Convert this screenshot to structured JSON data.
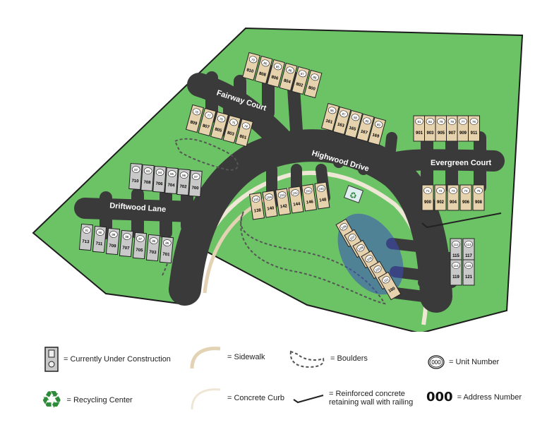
{
  "streets": {
    "fairway": "Fairway Court",
    "highwood": "Highwood Drive",
    "evergreen": "Evergreen Court",
    "driftwood": "Driftwood Lane"
  },
  "buildings": {
    "fairway_top": [
      {
        "addr": "810",
        "unit": "79"
      },
      {
        "addr": "808",
        "unit": "80"
      },
      {
        "addr": "806",
        "unit": "85"
      },
      {
        "addr": "804",
        "unit": "86"
      },
      {
        "addr": "802",
        "unit": "87"
      },
      {
        "addr": "800",
        "unit": "88"
      }
    ],
    "fairway_bottom": [
      {
        "addr": "809",
        "unit": "78"
      },
      {
        "addr": "807",
        "unit": "77"
      },
      {
        "addr": "805",
        "unit": "76"
      },
      {
        "addr": "803",
        "unit": "75"
      },
      {
        "addr": "801",
        "unit": "74"
      }
    ],
    "highwood_north": [
      {
        "addr": "161",
        "unit": "96"
      },
      {
        "addr": "163",
        "unit": "97"
      },
      {
        "addr": "165",
        "unit": "98"
      },
      {
        "addr": "167",
        "unit": "99"
      },
      {
        "addr": "169",
        "unit": "89"
      }
    ],
    "evergreen_top": [
      {
        "addr": "901",
        "unit": "81"
      },
      {
        "addr": "903",
        "unit": "82"
      },
      {
        "addr": "905",
        "unit": "79"
      },
      {
        "addr": "907",
        "unit": "78"
      },
      {
        "addr": "909",
        "unit": "77"
      },
      {
        "addr": "911",
        "unit": "76"
      }
    ],
    "evergreen_bottom": [
      {
        "addr": "900",
        "unit": "71"
      },
      {
        "addr": "902",
        "unit": "72"
      },
      {
        "addr": "904",
        "unit": "73"
      },
      {
        "addr": "906",
        "unit": "74"
      },
      {
        "addr": "908",
        "unit": "75"
      }
    ],
    "highwood_south": [
      {
        "addr": "138",
        "unit": "105"
      },
      {
        "addr": "140",
        "unit": "104"
      },
      {
        "addr": "142",
        "unit": "103"
      },
      {
        "addr": "144",
        "unit": "102"
      },
      {
        "addr": "146",
        "unit": "101"
      },
      {
        "addr": "148",
        "unit": "100"
      }
    ],
    "driftwood_north": [
      {
        "addr": "710",
        "unit": "92"
      },
      {
        "addr": "708",
        "unit": "93"
      },
      {
        "addr": "706",
        "unit": "94"
      },
      {
        "addr": "704",
        "unit": "95"
      },
      {
        "addr": "702",
        "unit": "96"
      },
      {
        "addr": "700",
        "unit": "97"
      }
    ],
    "driftwood_south": [
      {
        "addr": "713",
        "unit": "91"
      },
      {
        "addr": "711",
        "unit": "90"
      },
      {
        "addr": "709",
        "unit": "89"
      },
      {
        "addr": "707",
        "unit": "88"
      },
      {
        "addr": "705",
        "unit": "87"
      },
      {
        "addr": "703",
        "unit": "86"
      },
      {
        "addr": "701",
        "unit": "85"
      }
    ],
    "highlighted": [
      {
        "addr": "150",
        "unit": "106"
      },
      {
        "addr": "152",
        "unit": "107"
      },
      {
        "addr": "154",
        "unit": "108"
      },
      {
        "addr": "156",
        "unit": "109"
      },
      {
        "addr": "158",
        "unit": "110"
      },
      {
        "addr": "160",
        "unit": "111"
      }
    ],
    "construction": [
      {
        "addr": "115",
        "unit": "112"
      },
      {
        "addr": "117",
        "unit": "113"
      },
      {
        "addr": "119",
        "unit": "114"
      },
      {
        "addr": "121",
        "unit": "115"
      }
    ]
  },
  "legend": {
    "construction": "= Currently Under Construction",
    "sidewalk": "= Sidewalk",
    "boulders": "= Boulders",
    "unit_symbol": "000",
    "unit_number": "= Unit Number",
    "recycling": "= Recycling Center",
    "curb": "= Concrete Curb",
    "wall": "= Reinforced concrete retaining wall with railing",
    "address_symbol": "000",
    "address_number": "= Address Number"
  },
  "colors": {
    "grass": "#6cc365",
    "road": "#3a3a3a",
    "building_tan": "#e6d2ad",
    "building_gray": "#c9c9c9",
    "highlight": "#3b4cc0",
    "sidewalk": "#e3d2b4",
    "recycle": "#2e8b3a"
  }
}
